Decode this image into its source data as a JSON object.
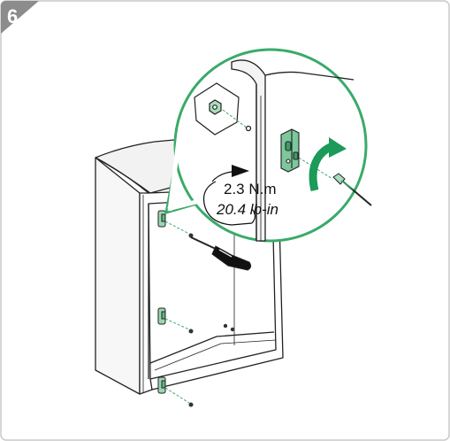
{
  "step": {
    "number": "6"
  },
  "torque": {
    "metric": "2.3 N.m",
    "imperial": "20.4 lb-in"
  },
  "colors": {
    "step_badge": "#8c8c8c",
    "border": "#c8c8c8",
    "accent_green": "#1b9a5a",
    "bracket_green": "#7cc79c",
    "callout_ring": "#3aaa6a",
    "nut_hex": "#a8dcbc"
  },
  "icons": [
    "nut-icon",
    "screwdriver-icon",
    "rotation-arrow-icon",
    "clockwise-arrow-icon",
    "screw-icon",
    "bracket-icon"
  ]
}
